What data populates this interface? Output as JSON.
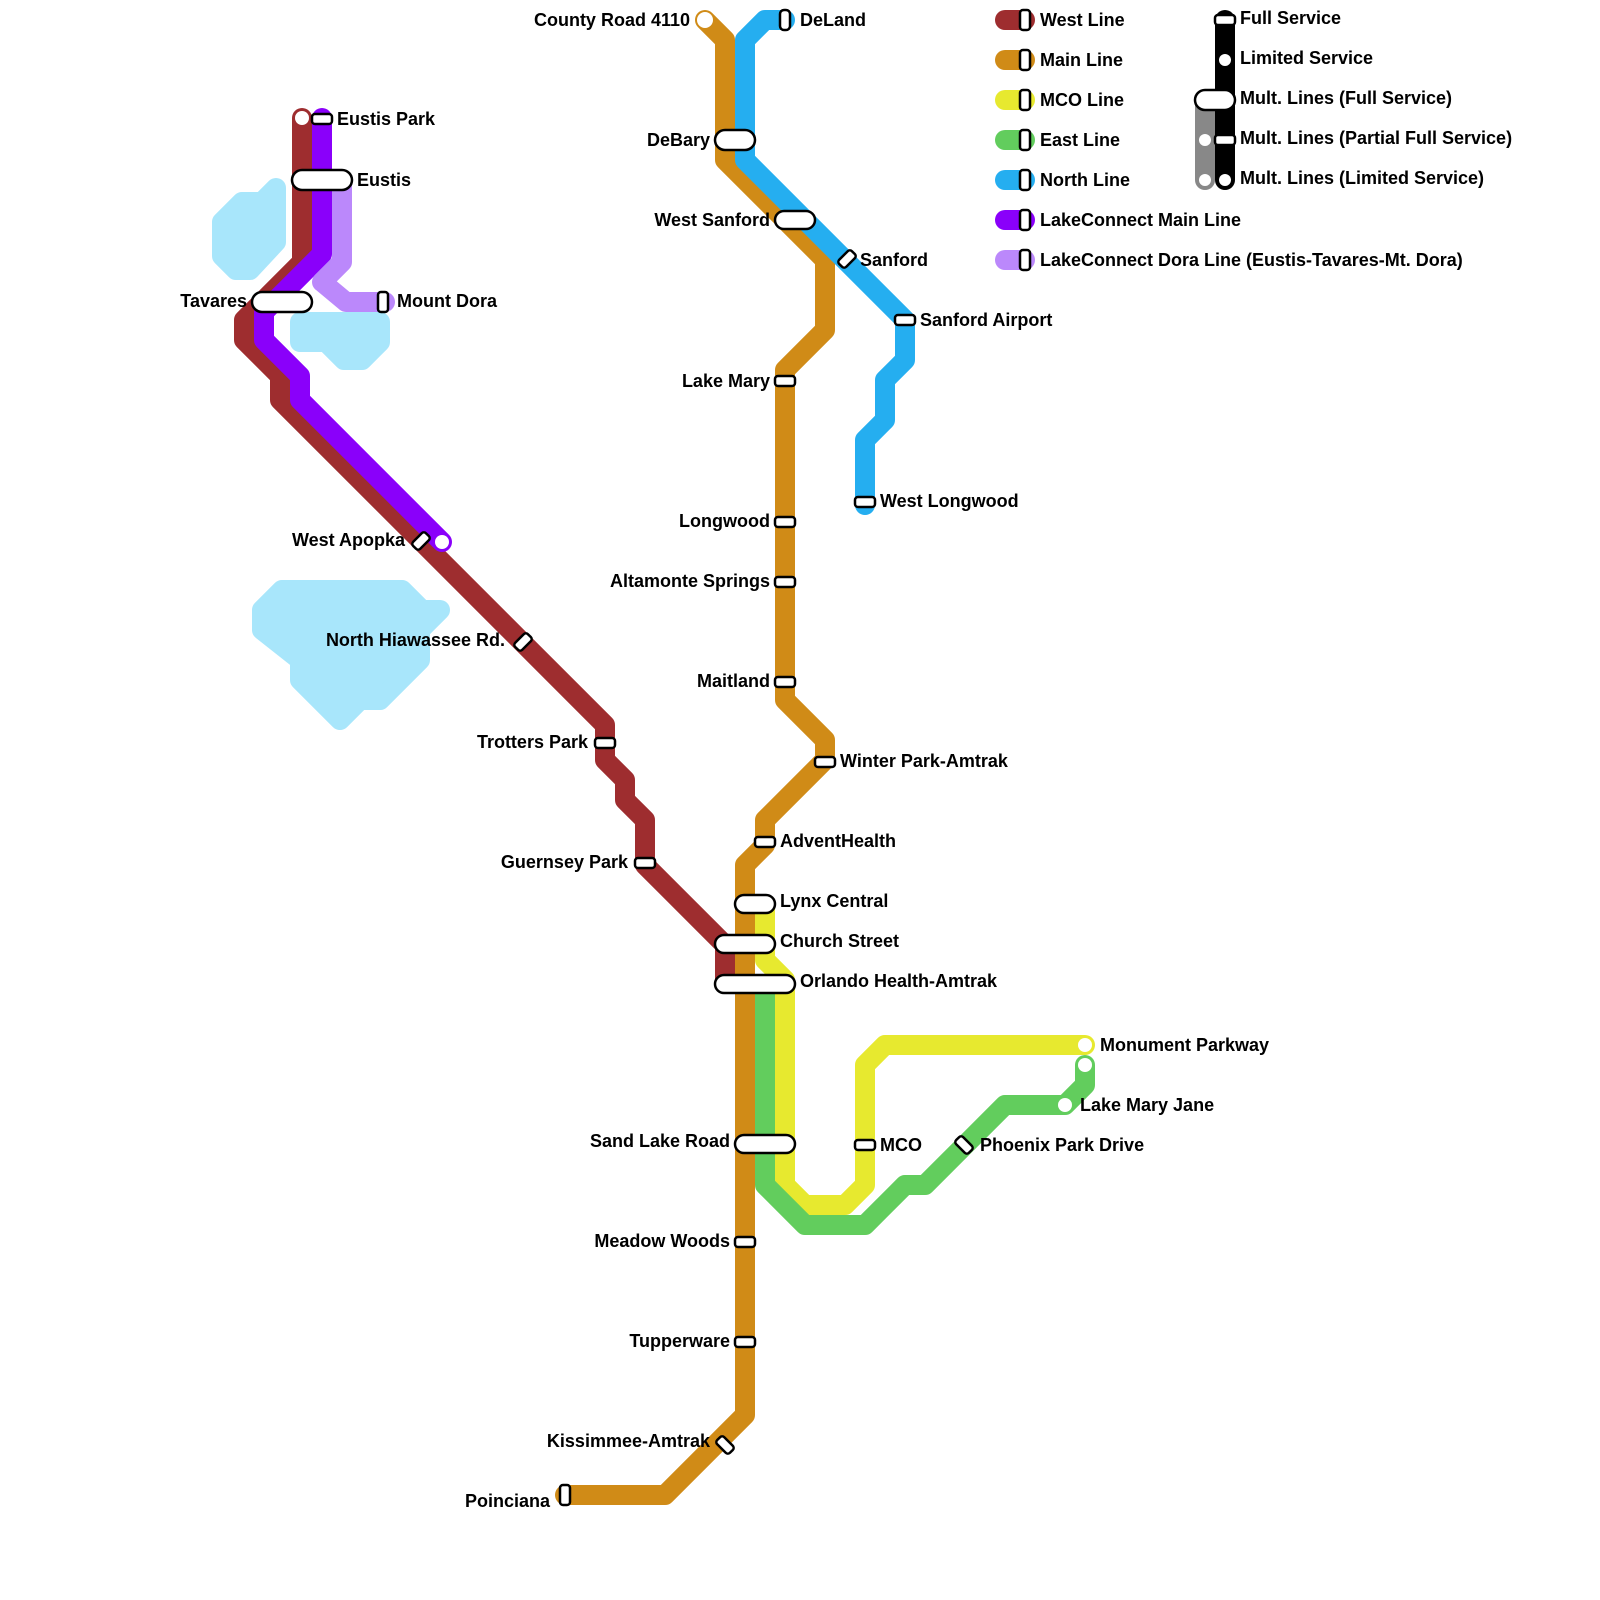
{
  "map": {
    "lines": [
      {
        "id": "west",
        "name": "West Line",
        "color": "#9e2d2f"
      },
      {
        "id": "main",
        "name": "Main Line",
        "color": "#d08b17"
      },
      {
        "id": "mco",
        "name": "MCO Line",
        "color": "#e7e92f"
      },
      {
        "id": "east",
        "name": "East Line",
        "color": "#62cd5d"
      },
      {
        "id": "north",
        "name": "North Line",
        "color": "#25aef0"
      },
      {
        "id": "lakeconnect_main",
        "name": "LakeConnect Main Line",
        "color": "#8a00fa"
      },
      {
        "id": "lakeconnect_dora",
        "name": "LakeConnect Dora Line (Eustis-Tavares-Mt. Dora)",
        "color": "#bb88fb"
      }
    ],
    "service_legend": [
      {
        "name": "Full Service"
      },
      {
        "name": "Limited Service"
      },
      {
        "name": "Mult. Lines (Full Service)"
      },
      {
        "name": "Mult. Lines (Partial Full Service)"
      },
      {
        "name": "Mult. Lines (Limited Service)"
      }
    ],
    "stations": {
      "county_road_4110": "County Road 4110",
      "deland": "DeLand",
      "debary": "DeBary",
      "west_sanford": "West Sanford",
      "sanford": "Sanford",
      "sanford_airport": "Sanford Airport",
      "west_longwood": "West Longwood",
      "lake_mary": "Lake Mary",
      "longwood": "Longwood",
      "altamonte_springs": "Altamonte Springs",
      "maitland": "Maitland",
      "winter_park": "Winter Park-Amtrak",
      "adventhealth": "AdventHealth",
      "lynx_central": "Lynx Central",
      "church_street": "Church Street",
      "orlando_health": "Orlando Health-Amtrak",
      "sand_lake_road": "Sand Lake Road",
      "meadow_woods": "Meadow Woods",
      "tupperware": "Tupperware",
      "kissimmee": "Kissimmee-Amtrak",
      "poinciana": "Poinciana",
      "mco": "MCO",
      "monument_parkway": "Monument Parkway",
      "lake_mary_jane": "Lake Mary Jane",
      "phoenix_park": "Phoenix Park Drive",
      "eustis_park": "Eustis Park",
      "eustis": "Eustis",
      "tavares": "Tavares",
      "mount_dora": "Mount Dora",
      "west_apopka": "West Apopka",
      "north_hiawassee": "North Hiawassee Rd.",
      "trotters_park": "Trotters Park",
      "guernsey_park": "Guernsey Park"
    }
  }
}
